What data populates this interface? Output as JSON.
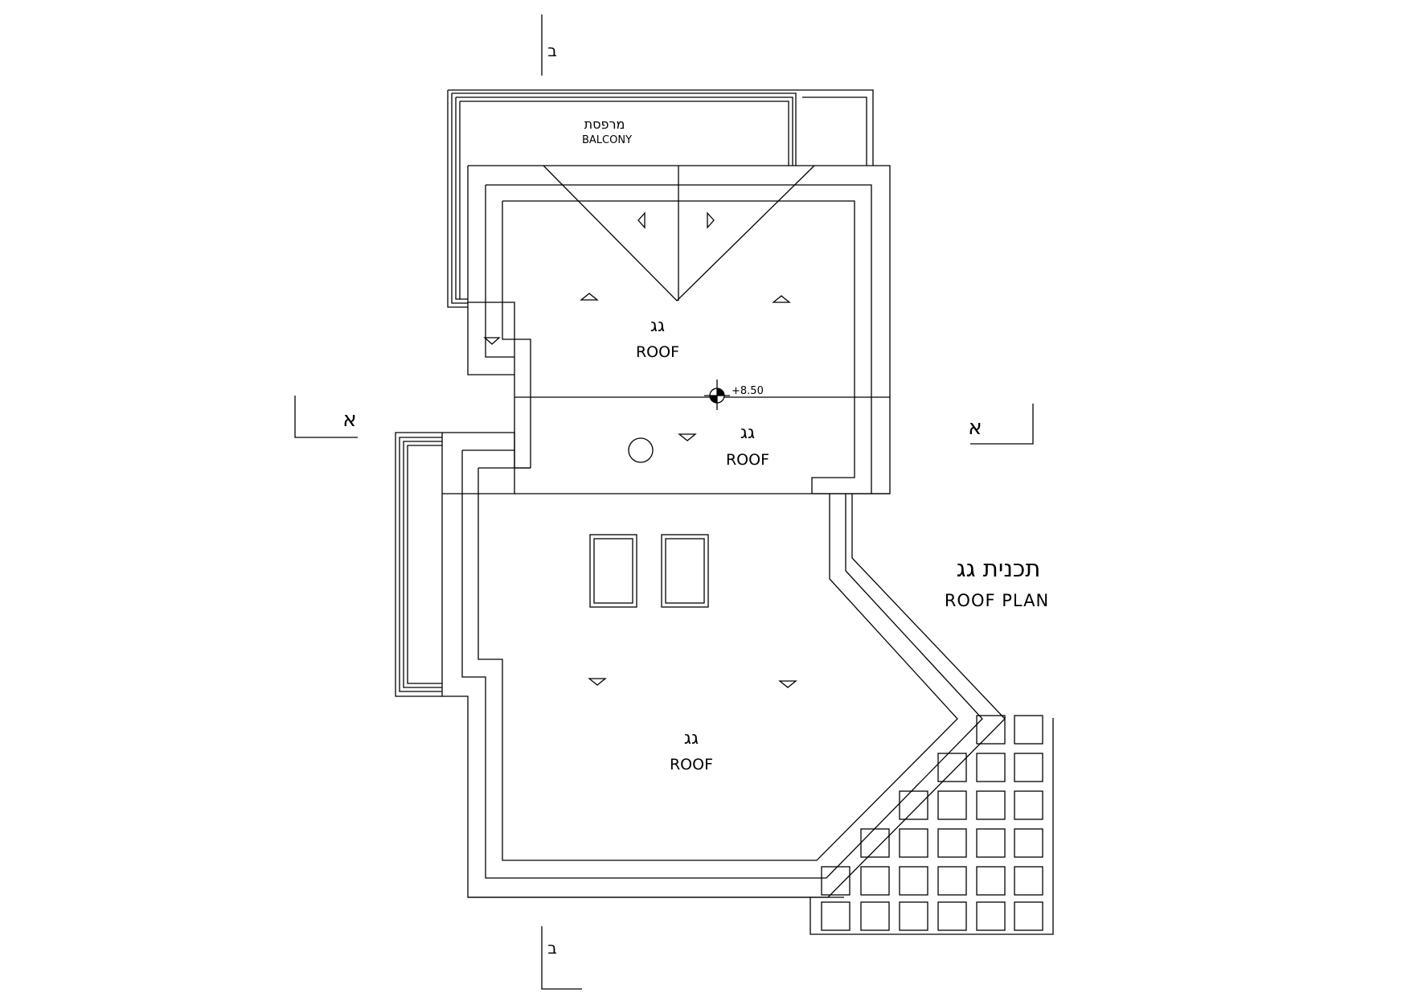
{
  "drawing": {
    "title_he": "תכנית גג",
    "title_en": "ROOF PLAN",
    "balcony_he": "מרפסת",
    "balcony_en": "BALCONY",
    "roofs": [
      {
        "he": "גג",
        "en": "ROOF"
      },
      {
        "he": "גג",
        "en": "ROOF"
      },
      {
        "he": "גג",
        "en": "ROOF"
      }
    ],
    "elevation": "+8.50",
    "section_a": "א",
    "section_b": "ב"
  }
}
